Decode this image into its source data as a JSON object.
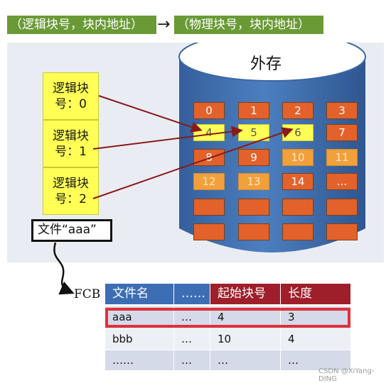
{
  "header": {
    "left_text": "（逻辑块号，块内地址）",
    "arrow": "→",
    "right_text": "（物理块号，块内地址）",
    "bg_color": "#6a9a36"
  },
  "logical_blocks": [
    {
      "line1": "逻辑块",
      "line2": "号：0"
    },
    {
      "line1": "逻辑块",
      "line2": "号：1"
    },
    {
      "line1": "逻辑块",
      "line2": "号：2"
    }
  ],
  "file_label": "文件“aaa”",
  "storage": {
    "title": "外存",
    "rows": [
      [
        "0",
        "1",
        "2",
        "3"
      ],
      [
        "4",
        "5",
        "6",
        "7"
      ],
      [
        "8",
        "9",
        "10",
        "11"
      ],
      [
        "12",
        "13",
        "14",
        "..."
      ],
      [
        "",
        "",
        "",
        ""
      ],
      [
        "",
        "",
        "",
        ""
      ]
    ],
    "highlighted_file_blocks": [
      "4",
      "5",
      "6"
    ],
    "highlighted_other_blocks": [
      "10",
      "11",
      "12",
      "13"
    ]
  },
  "fcb": {
    "label": "FCB",
    "headers": [
      "文件名",
      "……",
      "起始块号",
      "长度"
    ],
    "rows": [
      [
        "aaa",
        "…",
        "4",
        "3"
      ],
      [
        "bbb",
        "…",
        "10",
        "4"
      ],
      [
        "……",
        "…",
        "…",
        "…"
      ]
    ],
    "selected_row": 0
  },
  "watermark": "CSDN @XiYang-DING",
  "colors": {
    "block_yellow": "#ffff55",
    "block_red": "#e3622b",
    "block_orange": "#f2a03c",
    "cylinder_blue": "#3f6fad",
    "header_blue": "#3d6eb4",
    "header_red": "#9e1f2a",
    "highlight_red": "#e0303a",
    "arrow_red": "#8a1a1a"
  }
}
